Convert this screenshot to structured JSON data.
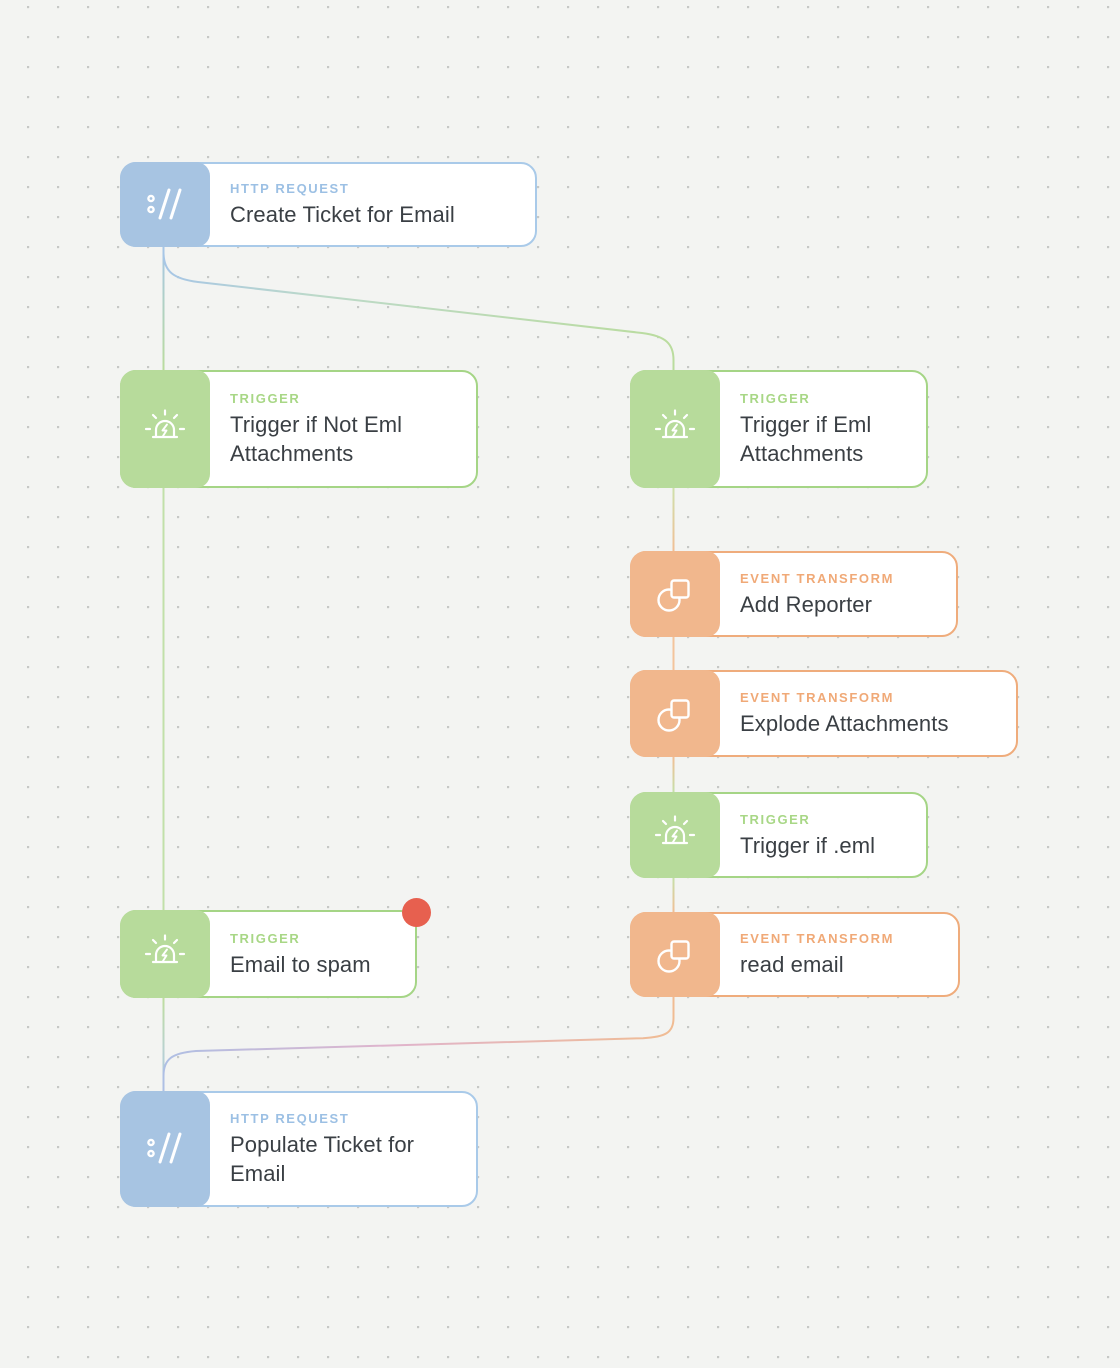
{
  "app": {
    "view": "workflow-diagram"
  },
  "colors": {
    "vars": {
      "canvas-bg": "#f3f4f2",
      "dot-color": "#c6c8c6",
      "title-color": "#3a3f44",
      "badge-color": "#e7604f",
      "http-fill": "#a7c4e2",
      "http-border": "#a9cae9",
      "http-label": "#9cc0e4",
      "trigger-fill": "#b7db9b",
      "trigger-border": "#a5d586",
      "trigger-label": "#a8d786",
      "transform-fill": "#f1b78d",
      "transform-border": "#efac7c",
      "transform-label": "#f0a977"
    }
  },
  "icons": {
    "http": "url-slashes-icon",
    "trigger": "siren-icon",
    "transform": "circle-square-transform-icon"
  },
  "nodes": [
    {
      "id": "create-ticket-for-email",
      "type": "http",
      "type_label": "HTTP REQUEST",
      "title": "Create Ticket for Email"
    },
    {
      "id": "trigger-if-not-eml-attachments",
      "type": "trigger",
      "type_label": "TRIGGER",
      "title": "Trigger if Not Eml Attachments"
    },
    {
      "id": "trigger-if-eml-attachments",
      "type": "trigger",
      "type_label": "TRIGGER",
      "title": "Trigger if Eml Attachments"
    },
    {
      "id": "add-reporter",
      "type": "transform",
      "type_label": "EVENT TRANSFORM",
      "title": "Add Reporter"
    },
    {
      "id": "explode-attachments",
      "type": "transform",
      "type_label": "EVENT TRANSFORM",
      "title": "Explode Attachments"
    },
    {
      "id": "trigger-if-eml",
      "type": "trigger",
      "type_label": "TRIGGER",
      "title": "Trigger if .eml"
    },
    {
      "id": "email-to-spam",
      "type": "trigger",
      "type_label": "TRIGGER",
      "title": "Email to spam",
      "badge": true
    },
    {
      "id": "read-email",
      "type": "transform",
      "type_label": "EVENT TRANSFORM",
      "title": "read email"
    },
    {
      "id": "populate-ticket-for-email",
      "type": "http",
      "type_label": "HTTP REQUEST",
      "title": "Populate Ticket for Email"
    }
  ],
  "edges": [
    {
      "from": "create-ticket-for-email",
      "to": "trigger-if-not-eml-attachments"
    },
    {
      "from": "create-ticket-for-email",
      "to": "trigger-if-eml-attachments"
    },
    {
      "from": "trigger-if-not-eml-attachments",
      "to": "email-to-spam"
    },
    {
      "from": "email-to-spam",
      "to": "populate-ticket-for-email"
    },
    {
      "from": "trigger-if-eml-attachments",
      "to": "add-reporter"
    },
    {
      "from": "add-reporter",
      "to": "explode-attachments"
    },
    {
      "from": "explode-attachments",
      "to": "trigger-if-eml"
    },
    {
      "from": "trigger-if-eml",
      "to": "read-email"
    },
    {
      "from": "read-email",
      "to": "populate-ticket-for-email"
    }
  ]
}
